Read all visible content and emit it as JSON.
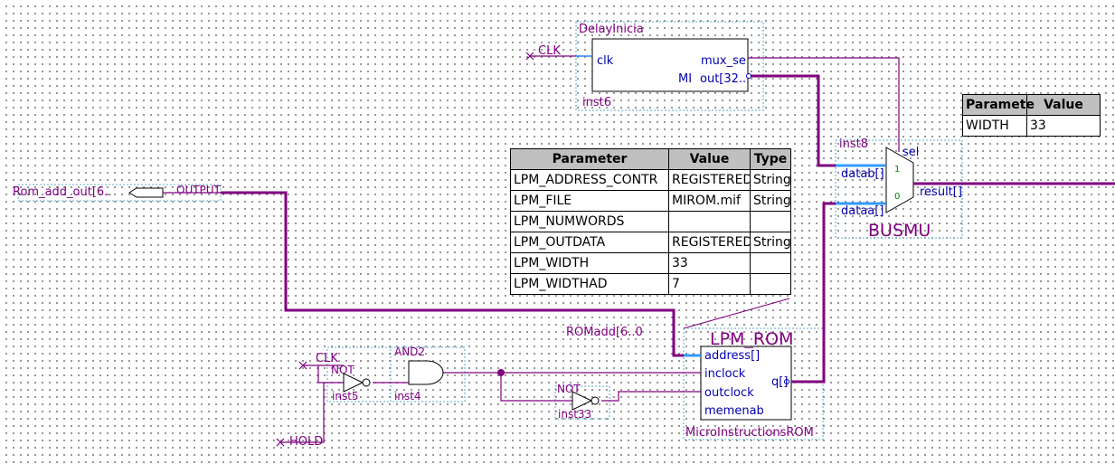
{
  "delay_block": {
    "title": "DelayInicia",
    "instance": "inst6",
    "input_pin": "CLK",
    "port_clk": "clk",
    "port_mux_sel": "mux_se",
    "port_out": "out[32..0",
    "label_mi": "MI"
  },
  "busmux": {
    "instance": "inst8",
    "name": "BUSMU",
    "port_sel": "sel",
    "port_datab": "datab[]",
    "port_dataa": "dataa[]",
    "port_result": "result[]",
    "in_1": "1",
    "in_0": "0",
    "params": {
      "headers": [
        "Paramete",
        "Value"
      ],
      "rows": [
        [
          "WIDTH",
          "33"
        ]
      ]
    }
  },
  "rom_output": {
    "label": "Rom_add_out[6..",
    "pin_type": "OUTPUT"
  },
  "rom_params": {
    "headers": [
      "Parameter",
      "Value",
      "Type"
    ],
    "rows": [
      [
        "LPM_ADDRESS_CONTR",
        "REGISTERED",
        "String"
      ],
      [
        "LPM_FILE",
        "MIROM.mif",
        "String"
      ],
      [
        "LPM_NUMWORDS",
        "",
        ""
      ],
      [
        "LPM_OUTDATA",
        "REGISTERED",
        "String"
      ],
      [
        "LPM_WIDTH",
        "33",
        ""
      ],
      [
        "LPM_WIDTHAD",
        "7",
        ""
      ]
    ]
  },
  "rom": {
    "title": "LPM_ROM",
    "instance": "MicroInstructionsROM",
    "bus_label": "ROMadd[6..0",
    "ports": [
      "address[]",
      "inclock",
      "outclock",
      "memenab"
    ],
    "port_q": "q[]"
  },
  "gates": {
    "clk_pin": "CLK",
    "hold_pin": "HOLD",
    "not1_type": "NOT",
    "not1_instance": "inst5",
    "and_type": "AND2",
    "and_instance": "inst4",
    "not2_type": "NOT",
    "not2_instance": "inst33"
  },
  "colors": {
    "wire": "#800080",
    "bus": "#800080",
    "port_text": "#0000b0",
    "label_text": "#800080",
    "highlight_wire": "#3399ff",
    "table_header": "#c0c0c0"
  }
}
